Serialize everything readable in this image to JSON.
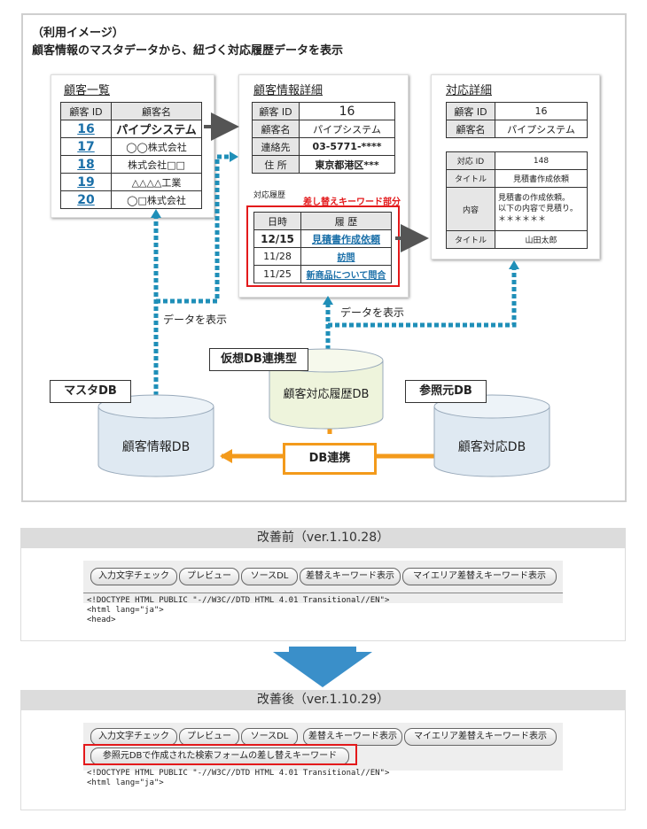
{
  "header": {
    "usage": "（利用イメージ）",
    "caption": "顧客情報のマスタデータから、紐づく対応履歴データを表示"
  },
  "customer_list": {
    "title": "顧客一覧",
    "headers": [
      "顧客 ID",
      "顧客名"
    ],
    "rows": [
      {
        "id": "16",
        "name": "パイプシステム"
      },
      {
        "id": "17",
        "name": "◯◯株式会社"
      },
      {
        "id": "18",
        "name": "株式会社□□"
      },
      {
        "id": "19",
        "name": "△△△△工業"
      },
      {
        "id": "20",
        "name": "◯□株式会社"
      }
    ]
  },
  "customer_detail": {
    "title": "顧客情報詳細",
    "fields": [
      {
        "label": "顧客 ID",
        "value": "16"
      },
      {
        "label": "顧客名",
        "value": "パイプシステム"
      },
      {
        "label": "連絡先",
        "value": "03-5771-****"
      },
      {
        "label": "住 所",
        "value": "東京都港区***"
      }
    ],
    "history_label": "対応履歴",
    "replace_label": "差し替えキーワード部分",
    "history_headers": [
      "日時",
      "履 歴"
    ],
    "history_rows": [
      {
        "date": "12/15",
        "text": "見積書作成依頼"
      },
      {
        "date": "11/28",
        "text": "訪問"
      },
      {
        "date": "11/25",
        "text": "新商品について問合"
      }
    ]
  },
  "response_detail": {
    "title": "対応詳細",
    "top": [
      {
        "label": "顧客 ID",
        "value": "16"
      },
      {
        "label": "顧客名",
        "value": "パイプシステム"
      }
    ],
    "bottom": [
      {
        "label": "対応 ID",
        "value": "148"
      },
      {
        "label": "タイトル",
        "value": "見積書作成依頼"
      },
      {
        "label": "内容",
        "value": "見積書の作成依頼。\n以下の内容で見積り。\n＊＊＊＊＊＊"
      },
      {
        "label": "タイトル",
        "value": "山田太郎"
      }
    ]
  },
  "flow": {
    "show_data_1": "データを表示",
    "show_data_2": "データを表示",
    "virtual_db_label": "仮想DB連携型",
    "master_db_label": "マスタDB",
    "ref_db_label": "参照元DB",
    "db_link": "DB連携",
    "customer_info_db": "顧客情報DB",
    "customer_history_db": "顧客対応履歴DB",
    "customer_response_db": "顧客対応DB"
  },
  "before": {
    "title": "改善前（ver.1.10.28）",
    "buttons": [
      "入力文字チェック",
      "プレビュー",
      "ソースDL",
      "差替えキーワード表示",
      "マイエリア差替えキーワード表示"
    ],
    "code": [
      "<!DOCTYPE HTML PUBLIC \"-//W3C//DTD HTML 4.01 Transitional//EN\">",
      "<html lang=\"ja\">",
      "<head>"
    ]
  },
  "after": {
    "title": "改善後（ver.1.10.29）",
    "buttons": [
      "入力文字チェック",
      "プレビュー",
      "ソースDL",
      "差替えキーワード表示",
      "マイエリア差替えキーワード表示"
    ],
    "new_button": "参照元DBで作成された検索フォームの差し替えキーワード",
    "code": [
      "<!DOCTYPE HTML PUBLIC \"-//W3C//DTD HTML 4.01 Transitional//EN\">",
      "<html lang=\"ja\">"
    ]
  },
  "colors": {
    "accent_blue": "#1a6fa8",
    "dotted_blue": "#1f8fb8",
    "orange": "#f39a1b",
    "red": "#e3191b",
    "cyl_blue": "#dfe9f2",
    "cyl_green": "#eef4dc"
  }
}
